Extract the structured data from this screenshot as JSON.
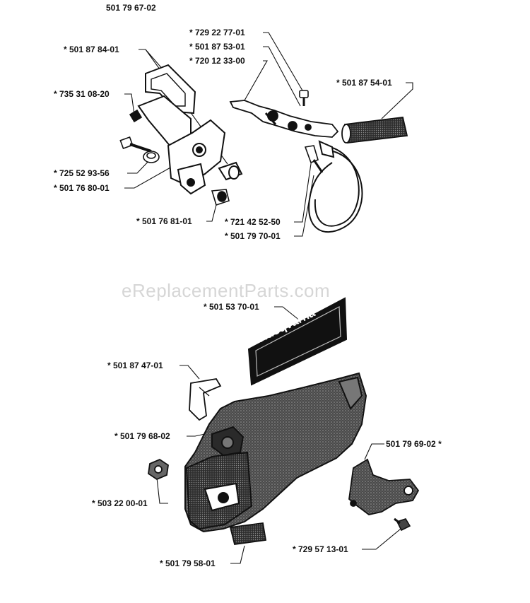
{
  "header_part": "501 79 67-02",
  "watermark": "eReplacementParts.com",
  "brand_plate_text": "Husqvarna",
  "labels": [
    "* 729 22 77-01",
    "* 501 87 53-01",
    "* 720 12 33-00",
    "* 501 87 84-01",
    "* 735 31 08-20",
    "* 501 87 54-01",
    "* 725 52 93-56",
    "* 501 76 80-01",
    "* 501 76 81-01",
    "* 721 42 52-50",
    "* 501 79 70-01",
    "* 501 53 70-01",
    "* 501 87 47-01",
    "* 501 79 68-02",
    "501 79 69-02 *",
    "* 503 22 00-01",
    "* 729 57 13-01",
    "* 501 79 58-01"
  ]
}
